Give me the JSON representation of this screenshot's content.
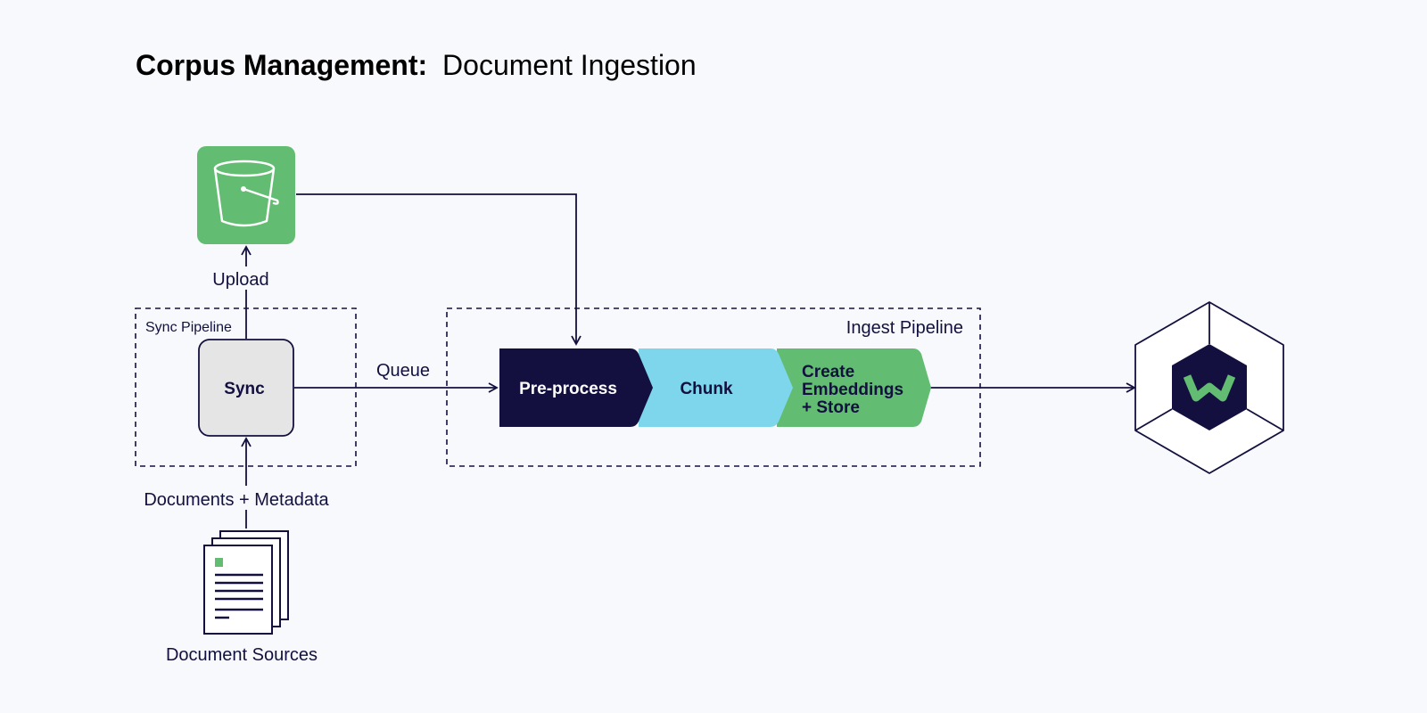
{
  "title": {
    "bold": "Corpus Management:",
    "rest": "Document Ingestion"
  },
  "labels": {
    "upload": "Upload",
    "sync_pipeline": "Sync Pipeline",
    "sync": "Sync",
    "queue": "Queue",
    "ingest_pipeline": "Ingest Pipeline",
    "documents_metadata": "Documents + Metadata",
    "document_sources": "Document Sources"
  },
  "stages": {
    "preprocess": "Pre-process",
    "chunk": "Chunk",
    "embed_line1": "Create",
    "embed_line2": "Embeddings",
    "embed_line3": "+ Store"
  },
  "icons": {
    "storage": "bucket-icon",
    "sources": "documents-stack-icon",
    "database": "vector-database-icon"
  },
  "colors": {
    "navy": "#13103f",
    "green": "#62bd72",
    "cyan": "#7dd6ec",
    "sync_fill": "#e5e5e5",
    "background": "#f7f9fc"
  }
}
